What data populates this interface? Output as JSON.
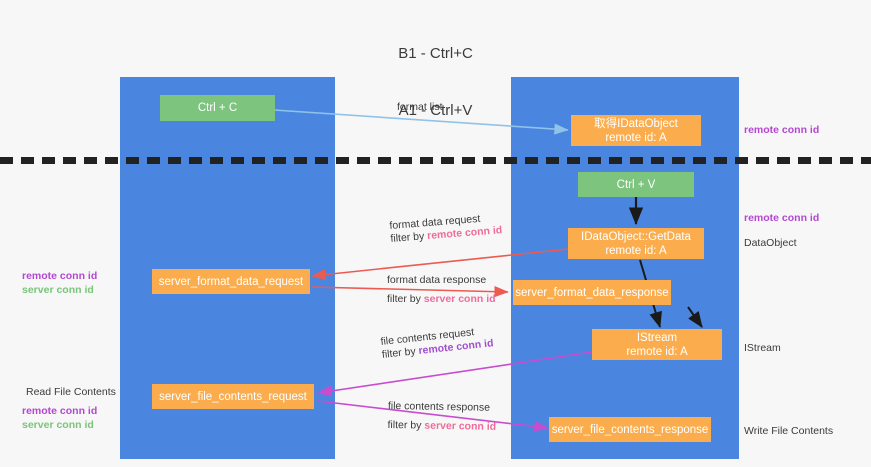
{
  "title": {
    "line1": "B1 - Ctrl+C",
    "line2": "A1 - Ctrl+V"
  },
  "columns": [
    {
      "name": "B1",
      "role": "connection"
    },
    {
      "name": "A1",
      "role": "remote"
    }
  ],
  "nodes": {
    "ctrl_c": {
      "line1": "Ctrl + C",
      "line2": ""
    },
    "remote_dataobject": {
      "line1": "取得IDataObject",
      "line2": "remote id: A"
    },
    "ctrl_v": {
      "line1": "Ctrl + V",
      "line2": ""
    },
    "getdata": {
      "line1": "IDataObject::GetData",
      "line2": "remote id: A"
    },
    "server_format_request": {
      "line1": "server_format_data_request",
      "line2": ""
    },
    "server_format_response": {
      "line1": "server_format_data_response",
      "line2": ""
    },
    "istream": {
      "line1": "IStream",
      "line2": "remote id: A"
    },
    "server_file_request": {
      "line1": "server_file_contents_request",
      "line2": ""
    },
    "server_file_response": {
      "line1": "server_file_contents_response",
      "line2": ""
    }
  },
  "edges": {
    "format_list": {
      "line1": "format list",
      "line2": "",
      "line2_hl": ""
    },
    "format_data_request": {
      "line1": "format data request",
      "line2": "filter by ",
      "line2_hl": "remote conn id"
    },
    "format_data_response": {
      "line1": "format data response",
      "line2": "filter by ",
      "line2_hl": "server conn id"
    },
    "file_contents_request": {
      "line1": "file contents request",
      "line2": "filter by ",
      "line2_hl": "remote conn id"
    },
    "file_contents_response": {
      "line1": "file contents response",
      "line2": "filter by ",
      "line2_hl": "server conn id"
    }
  },
  "annotations": {
    "right_remote_conn_1": "remote conn id",
    "right_remote_conn_2": "remote conn id",
    "right_dataobject": "DataObject",
    "right_istream": "IStream",
    "right_write_file": "Write File Contents",
    "left_remote_conn": "remote conn id",
    "left_server_conn": "server conn id",
    "left_read_file": "Read File Contents",
    "left_remote_conn_2": "remote conn id",
    "left_server_conn_2": "server conn id"
  },
  "colors": {
    "lane": "#4a86e0",
    "node_green": "#7dc47f",
    "node_orange": "#fbad4e",
    "accent_pink": "#ef6c9c",
    "accent_purple": "#b546d4",
    "accent_green": "#79c47a",
    "arrow_blue": "#8fc3ea",
    "arrow_red": "#ec5a52",
    "arrow_magenta": "#c94ccf",
    "arrow_black": "#1a1a1a",
    "background": "#f7f7f7"
  }
}
